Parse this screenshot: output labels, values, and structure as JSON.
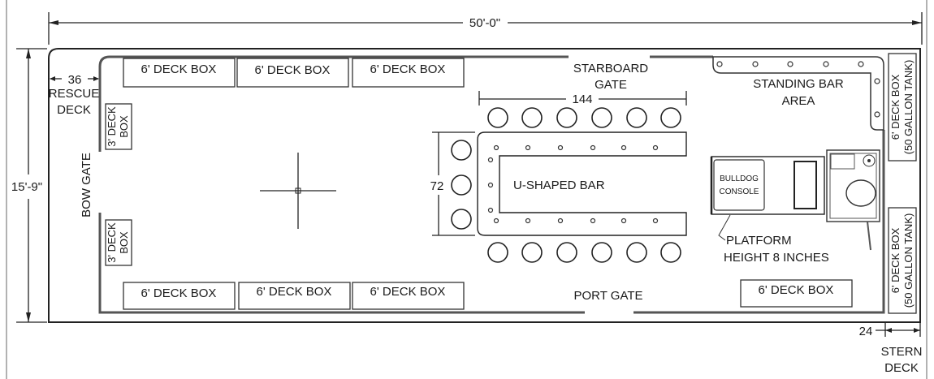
{
  "dimensions": {
    "length": "50'-0\"",
    "beam": "15'-9\"",
    "rescue_deck_depth": "36",
    "stern_deck_depth": "24",
    "bar_length": "144",
    "bar_width": "72"
  },
  "labels": {
    "rescue_deck_1": "RESCUE",
    "rescue_deck_2": "DECK",
    "stern_deck_1": "STERN",
    "stern_deck_2": "DECK",
    "bow_gate": "BOW GATE",
    "starboard_gate_1": "STARBOARD",
    "starboard_gate_2": "GATE",
    "port_gate": "PORT GATE",
    "standing_bar_1": "STANDING BAR",
    "standing_bar_2": "AREA",
    "u_bar": "U-SHAPED BAR",
    "console_1": "BULLDOG",
    "console_2": "CONSOLE",
    "platform_1": "PLATFORM",
    "platform_2": "HEIGHT 8 INCHES"
  },
  "deck_boxes": {
    "six_ft": "6' DECK BOX",
    "three_ft_1": "3' DECK",
    "three_ft_2": "BOX",
    "tank_1": "6' DECK BOX",
    "tank_2": "(50 GALLON TANK)"
  }
}
